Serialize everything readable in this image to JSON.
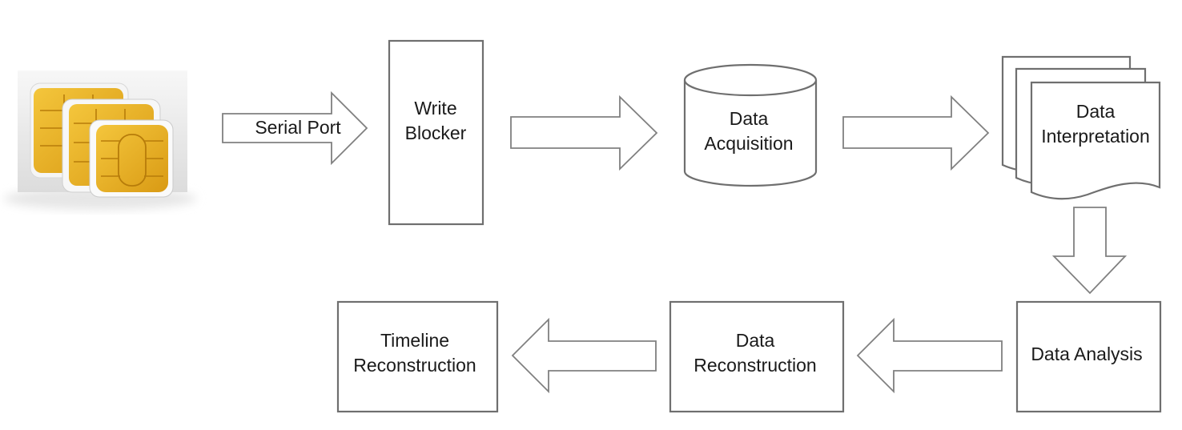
{
  "diagram": {
    "colors": {
      "background": "#ffffff",
      "outline": "#6f6f6f",
      "text": "#1a1a1a",
      "sim_gold": "#e9b225",
      "sim_card": "#efefef"
    },
    "source_image": "sim-card-stack-icon",
    "nodes": {
      "write_blocker": {
        "shape": "rectangle",
        "line1": "Write",
        "line2": "Blocker"
      },
      "data_acquisition": {
        "shape": "cylinder",
        "line1": "Data",
        "line2": "Acquisition"
      },
      "data_interpretation": {
        "shape": "multi-document",
        "line1": "Data",
        "line2": "Interpretation"
      },
      "data_analysis": {
        "shape": "rectangle",
        "line1": "Data Analysis"
      },
      "data_reconstruction": {
        "shape": "rectangle",
        "line1": "Data",
        "line2": "Reconstruction"
      },
      "timeline_reconstruction": {
        "shape": "rectangle",
        "line1": "Timeline",
        "line2": "Reconstruction"
      }
    },
    "edges": {
      "serial_port": {
        "from": "sim-card",
        "to": "write_blocker",
        "label": "Serial Port"
      },
      "e2": {
        "from": "write_blocker",
        "to": "data_acquisition"
      },
      "e3": {
        "from": "data_acquisition",
        "to": "data_interpretation"
      },
      "e4": {
        "from": "data_interpretation",
        "to": "data_analysis"
      },
      "e5": {
        "from": "data_analysis",
        "to": "data_reconstruction"
      },
      "e6": {
        "from": "data_reconstruction",
        "to": "timeline_reconstruction"
      }
    }
  }
}
